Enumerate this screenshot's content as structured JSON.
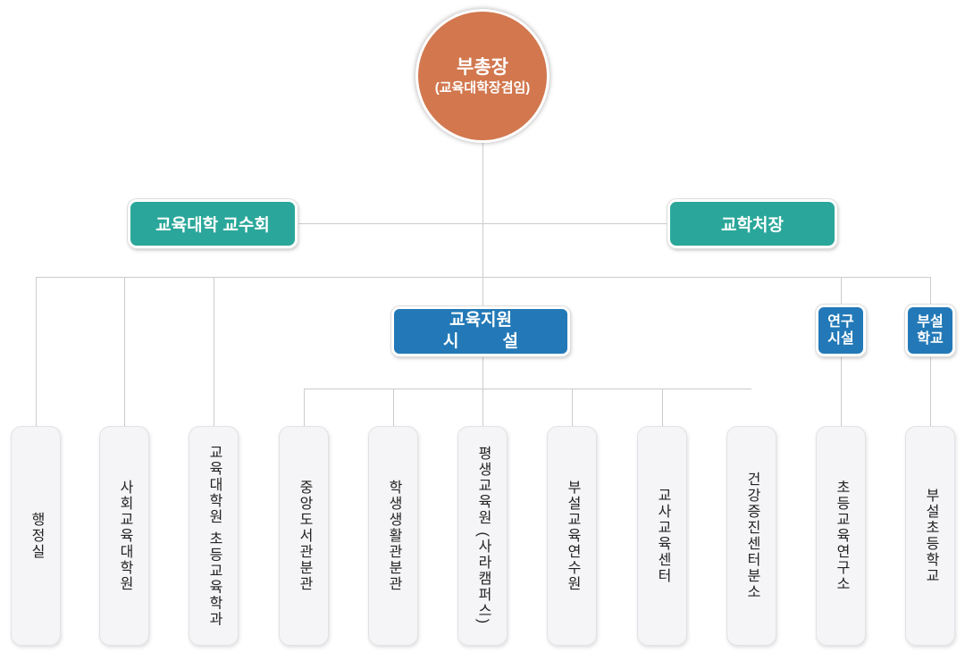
{
  "org_chart": {
    "root": {
      "title": "부총장",
      "subtitle": "(교육대학장겸임)"
    },
    "councils": [
      {
        "label": "교육대학 교수회"
      },
      {
        "label": "교학처장"
      }
    ],
    "categories": {
      "edu_support": {
        "line1": "교육지원",
        "line2_left": "시",
        "line2_right": "설"
      },
      "research": {
        "line1": "연구",
        "line2": "시설"
      },
      "attached": {
        "line1": "부설",
        "line2": "학교"
      }
    },
    "units": [
      {
        "label": "행정실"
      },
      {
        "label": "사회교육대학원"
      },
      {
        "label": "교육대학원 초등교육학과"
      },
      {
        "label": "중앙도서관분관"
      },
      {
        "label": "학생생활관분관"
      },
      {
        "label": "평생교육원 (사라캠퍼스)"
      },
      {
        "label": "부설교육연수원"
      },
      {
        "label": "교사교육센터"
      },
      {
        "label": "건강증진센터분소"
      },
      {
        "label": "초등교육연구소"
      },
      {
        "label": "부설초등학교"
      }
    ],
    "colors": {
      "root_fill": "#d2774e",
      "council_fill": "#2aa79a",
      "category_fill": "#2379b7",
      "connector": "#cccccc",
      "unit_fill": "#f5f5f7"
    }
  }
}
